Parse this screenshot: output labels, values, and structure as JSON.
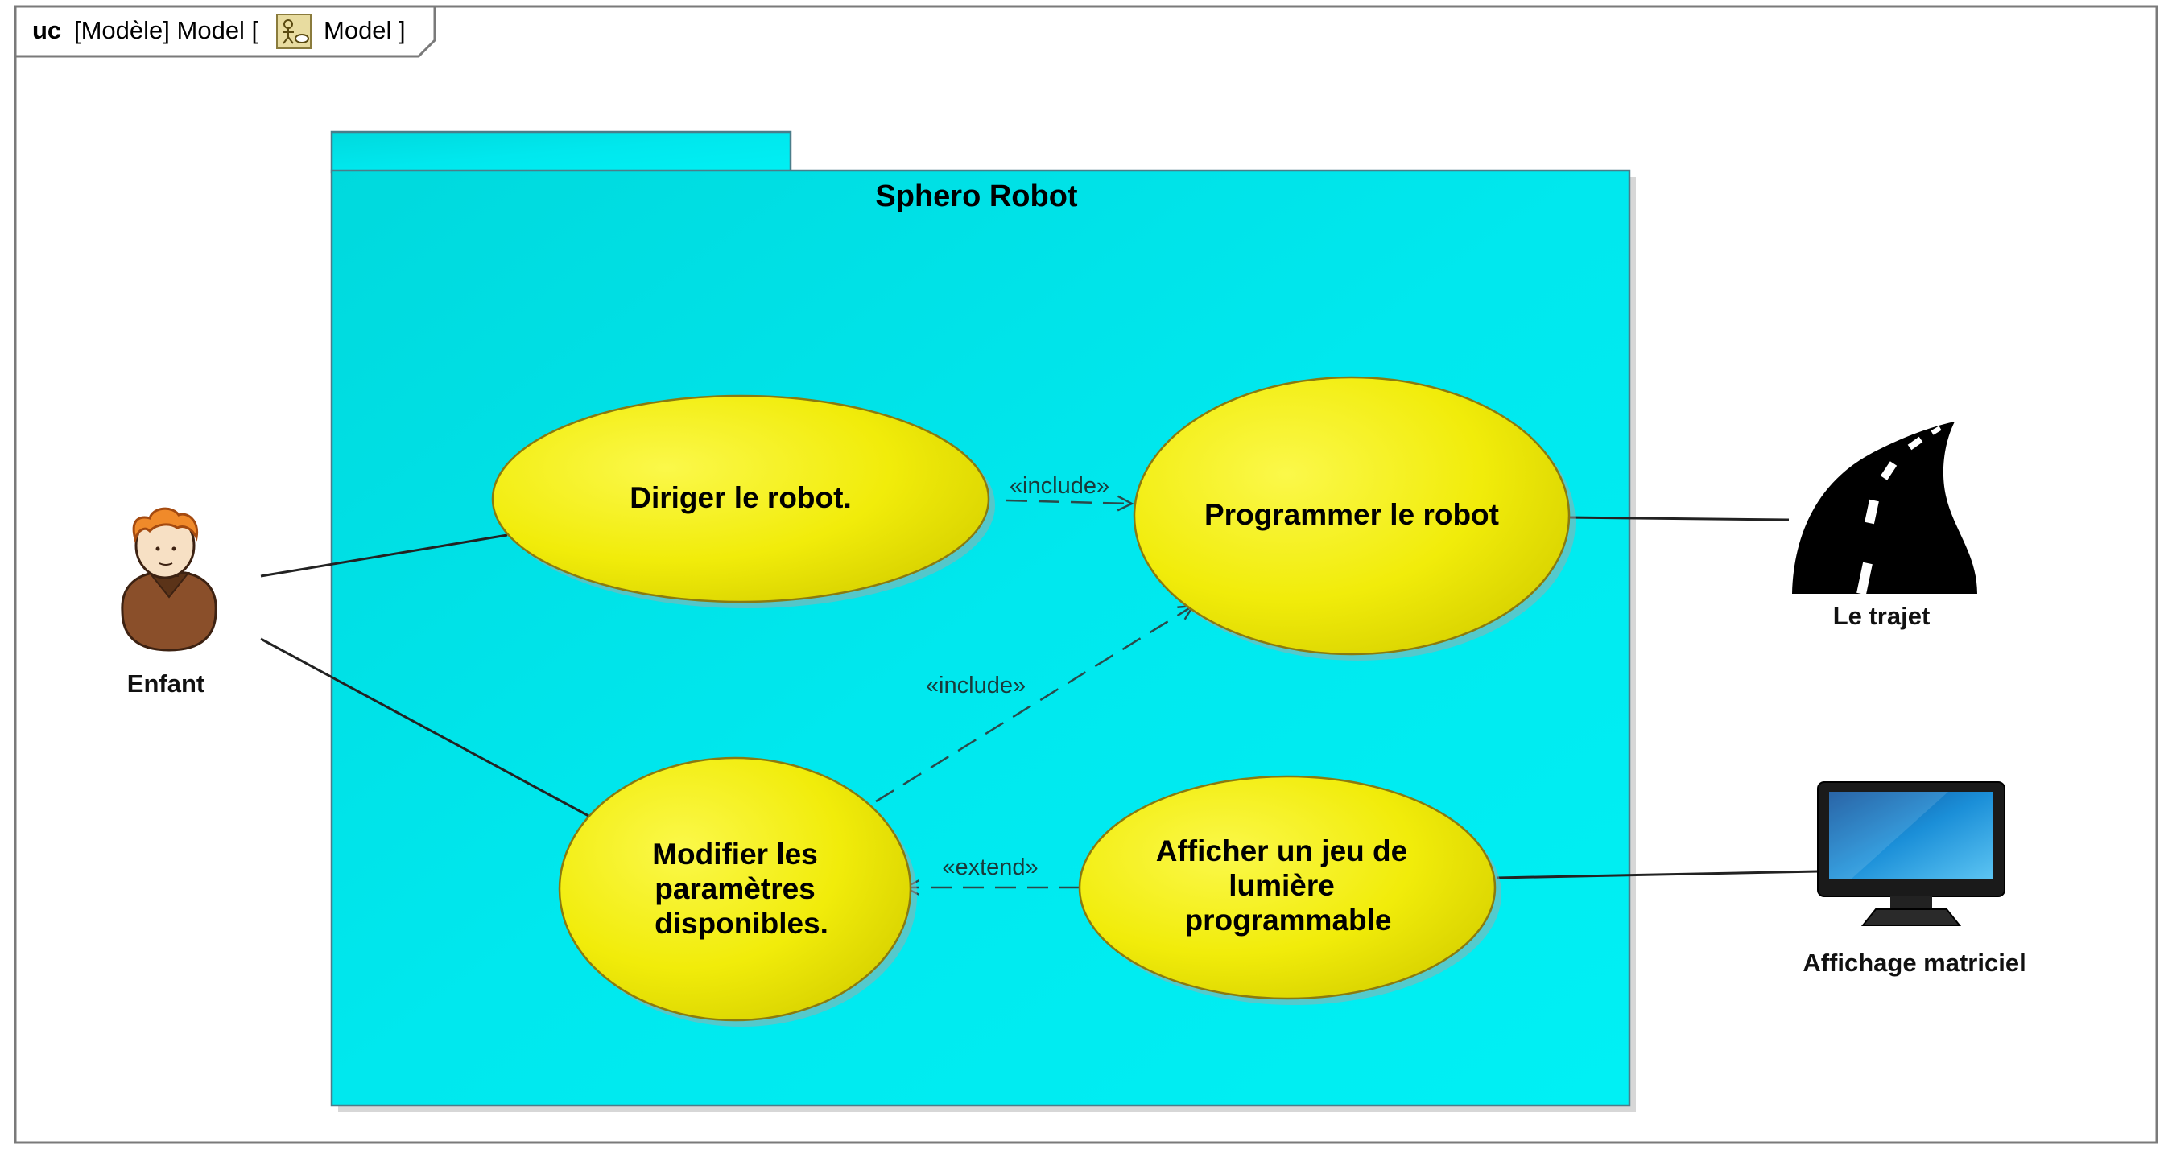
{
  "frame": {
    "keyword": "uc",
    "title_prefix": "[Modèle] Model [",
    "diagram_name": "Model ]",
    "diagram_icon": "use-case-diagram-icon"
  },
  "system": {
    "name": "Sphero Robot",
    "fill_color": "#00e4ea"
  },
  "use_cases": [
    {
      "id": "diriger",
      "lines": [
        "Diriger le robot."
      ]
    },
    {
      "id": "programmer",
      "lines": [
        "Programmer le robot"
      ]
    },
    {
      "id": "modifier",
      "lines": [
        "Modifier les",
        "paramètres",
        "disponibles."
      ]
    },
    {
      "id": "afficher",
      "lines": [
        "Afficher un jeu de",
        "lumière",
        "programmable"
      ]
    }
  ],
  "use_case_color": "#f2ee0a",
  "actors": [
    {
      "id": "enfant",
      "name": "Enfant",
      "icon": "child-person-icon"
    },
    {
      "id": "trajet",
      "name": "Le trajet",
      "icon": "road-icon"
    },
    {
      "id": "affichage",
      "name": "Affichage matriciel",
      "icon": "monitor-icon"
    }
  ],
  "relationships": [
    {
      "from": "diriger",
      "to": "programmer",
      "stereotype": "«include»"
    },
    {
      "from": "modifier",
      "to": "programmer",
      "stereotype": "«include»"
    },
    {
      "from": "afficher",
      "to": "modifier",
      "stereotype": "«extend»"
    }
  ]
}
